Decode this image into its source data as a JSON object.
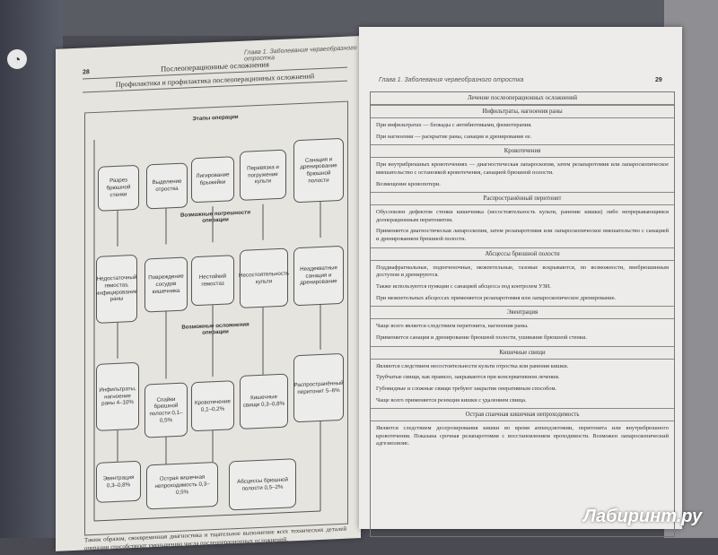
{
  "left_page": {
    "page_number": "28",
    "running_head": "Глава 1. Заболевания червеобразного отростка",
    "header_title": "Послеоперационные осложнения",
    "header_subtitle": "Профилактика и профилактика послеоперационных осложнений",
    "diagram": {
      "stages_label": "Этапы операции",
      "errors_label": "Возможные погрешности операции",
      "complications_label": "Возможные осложнения операции",
      "row1": [
        "Разрез брюшной стенки",
        "Выделение отростка",
        "Лигирование брыжейки",
        "Перевязка и погружение культи",
        "Санация и дренирование брюшной полости"
      ],
      "row2": [
        "Недостаточный гемостаз, инфицирование раны",
        "Повреждение сосудов кишечника",
        "Нестойкий гемостаз",
        "Несостоятельность культи",
        "Неадекватные санация и дренирование"
      ],
      "row3": [
        "Инфильтраты, нагноение раны 4–10%",
        "Спайки брюшной полости 0,1–0,5%",
        "Кровотечение 0,1–0,2%",
        "Кишечные свищи 0,3–0,8%",
        "Распространённый перитонит 5–6%"
      ],
      "row4": [
        "Эвентрация 0,3–0,8%",
        "Острая кишечная непроходимость 0,3–0,5%",
        "Абсцессы брюшной полости 0,5–2%"
      ]
    },
    "caption": "Таким образом, своевременная диагностика и тщательное выполнение всех технических деталей операции способствуют уменьшению числа послеоперационных осложнений."
  },
  "right_page": {
    "page_number": "29",
    "running_head": "Глава 1. Заболевания червеобразного отростка",
    "table_title": "Лечение послеоперационных осложнений",
    "sections": [
      {
        "title": "Инфильтраты, нагноения раны",
        "paras": [
          "При инфильтратах — блокады с антибиотиками, физиотерапия.",
          "При нагноении — раскрытие раны, санация и дренирование ее."
        ]
      },
      {
        "title": "Кровотечения",
        "paras": [
          "При внутрибрюшных кровотечениях — диагностическая лапароскопия, затем релапаротомия или лапароскопическое вмешательство с остановкой кровотечения, санацией брюшной полости.",
          "Возмещение кровопотери."
        ]
      },
      {
        "title": "Распространённый перитонит",
        "paras": [
          "Обусловлен дефектом стенки кишечника (несостоятельность культи, ранение кишки) либо непрерывающимся дооперационным перитонитом.",
          "Применяется диагностическая лапароскопия, затем релапаротомия или лапароскопическое вмешательство с санацией и дренированием брюшной полости."
        ]
      },
      {
        "title": "Абсцессы брюшной полости",
        "paras": [
          "Поддиафрагмальные, подпеченочные, межпетельные, тазовые вскрываются, по возможности, внебрюшинным доступом и дренируются.",
          "Также используются пункции с санацией абсцесса под контролем УЗИ.",
          "При межпетельных абсцессах применяется релапаротомия или лапароскопическое дренирование."
        ]
      },
      {
        "title": "Эвентрация",
        "paras": [
          "Чаще всего является следствием перитонита, нагноения раны.",
          "Применяется санация и дренирование брюшной полости, ушивание брюшной стенки."
        ]
      },
      {
        "title": "Кишечные свищи",
        "paras": [
          "Являются следствием несостоятельности культи отростка или ранения кишки.",
          "Трубчатые свищи, как правило, закрываются при консервативном лечении.",
          "Губовидные и сложные свищи требуют закрытия оперативным способом.",
          "Чаще всего применяется резекция кишки с удалением свища."
        ]
      },
      {
        "title": "Острая спаечная кишечная непроходимость",
        "paras": [
          "Является следствием десерозирования кишки во время аппендэктомии, перитонита или внутрибрюшного кровотечения. Показана срочная релапаротомия с восстановлением проходимости. Возможен лапароскопический адгезиолизис."
        ]
      }
    ]
  },
  "watermark": "Лабиринт.ру"
}
